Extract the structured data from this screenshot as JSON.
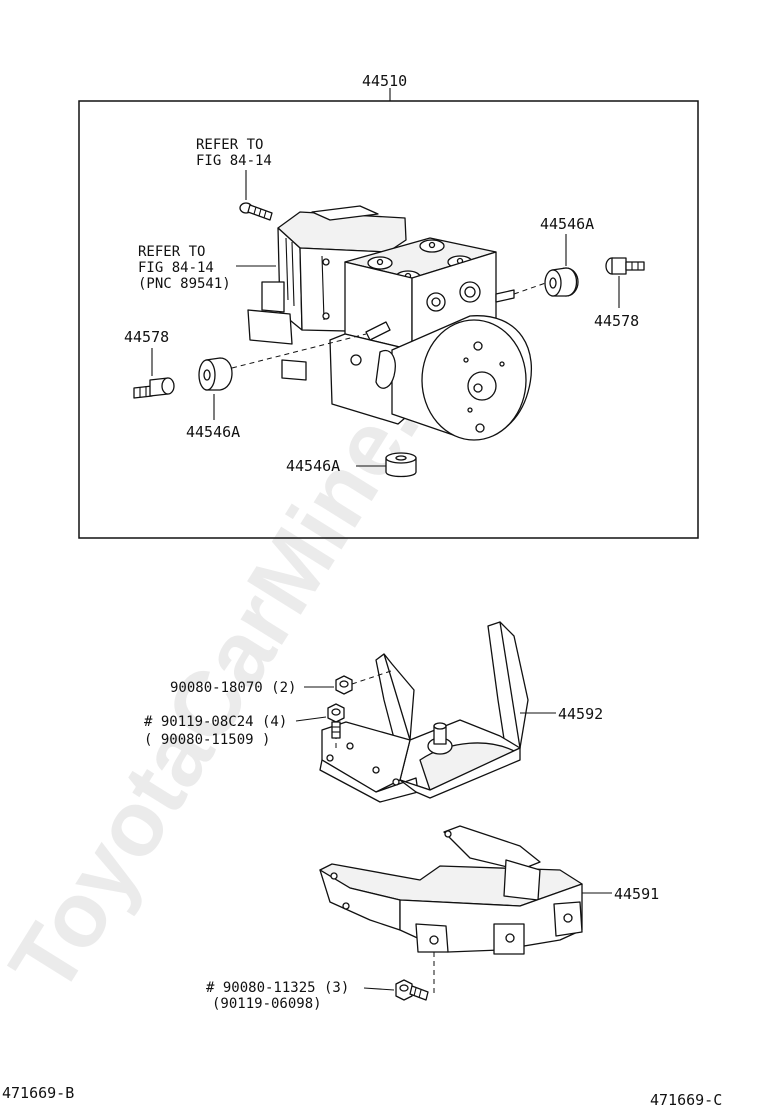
{
  "watermark": "ToyotaCarMine.ru",
  "labels": {
    "assembly": "44510",
    "refer1_line1": "REFER TO",
    "refer1_line2": "FIG 84-14",
    "refer2_line1": "REFER TO",
    "refer2_line2": "FIG 84-14",
    "refer2_line3": "(PNC 89541)",
    "cushion_top_right": "44546A",
    "bolt_right": "44578",
    "bolt_left": "44578",
    "cushion_left": "44546A",
    "cushion_bottom": "44546A",
    "nut": "90080-18070 (2)",
    "bolt_bracket_line1": "# 90119-08C24 (4)",
    "bolt_bracket_line2": "( 90080-11509 )",
    "bracket_upper": "44592",
    "bracket_lower": "44591",
    "bolt_lower_line1": "# 90080-11325 (3)",
    "bolt_lower_line2": "(90119-06098)",
    "footer_left": "471669-B",
    "footer_right": "471669-C"
  }
}
